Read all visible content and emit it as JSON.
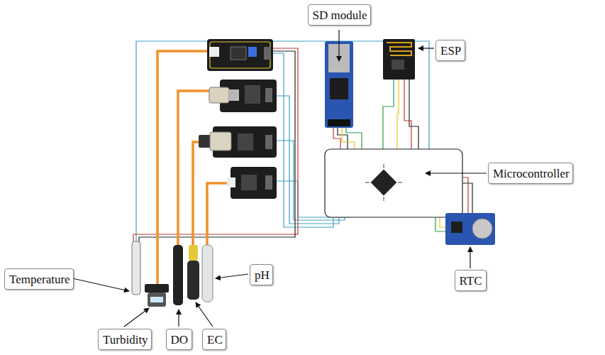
{
  "diagram": {
    "nodes": [
      {
        "text": [
          "SD module"
        ]
      },
      {
        "text": [
          "ESP"
        ]
      },
      {
        "text": [
          "Microcontroller"
        ]
      },
      {
        "text": [
          "RTC"
        ]
      },
      {
        "text": [
          "Temperature"
        ]
      },
      {
        "text": [
          "Turbidity"
        ]
      },
      {
        "text": [
          "DO"
        ]
      },
      {
        "text": [
          "EC"
        ]
      },
      {
        "text": [
          "pH"
        ]
      }
    ]
  }
}
